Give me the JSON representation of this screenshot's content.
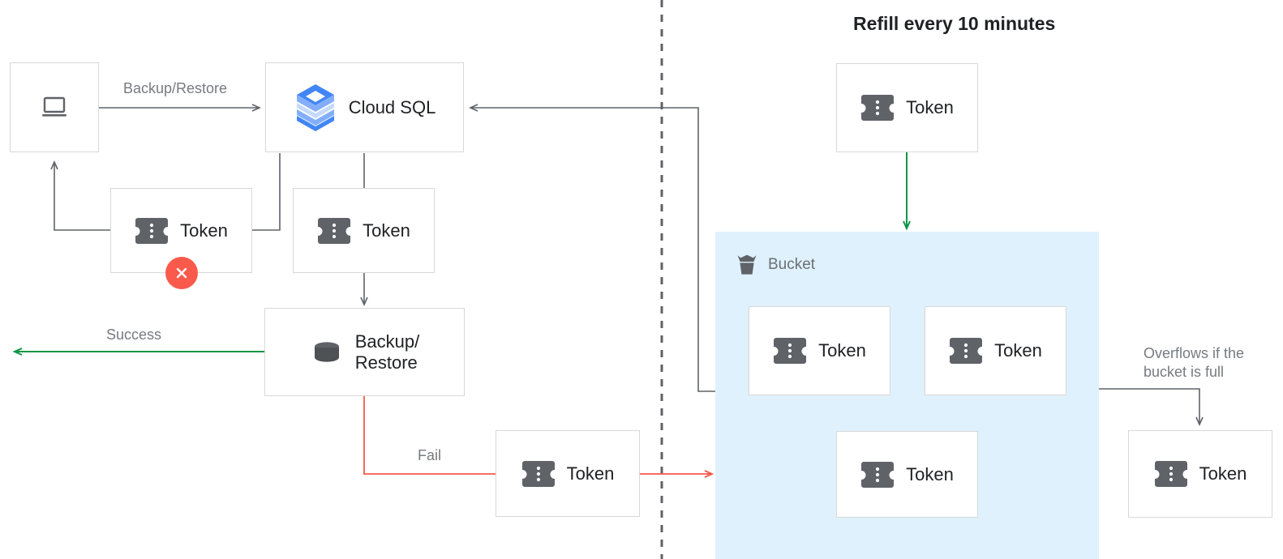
{
  "title": "Refill every 10 minutes",
  "colors": {
    "gray_line": "#5f6368",
    "green": "#0f9446",
    "red": "#f4594a",
    "bucket_fill": "#dff1fc",
    "box_border": "#d8d8d8",
    "label_text": "#767b7f",
    "node_text": "#202124",
    "token_icon": "#5f6368",
    "cloudsql_blue_dark": "#4285f4",
    "cloudsql_blue_mid": "#82aefc",
    "cloudsql_blue_light": "#c6dafc"
  },
  "nodes": {
    "client": {
      "label": "",
      "icon": "laptop-icon"
    },
    "cloud_sql": {
      "label": "Cloud SQL",
      "icon": "cloud-sql-icon"
    },
    "token_rejected": {
      "label": "Token",
      "icon": "token-icon",
      "badge": "error-x-badge"
    },
    "token_consumed": {
      "label": "Token",
      "icon": "token-icon"
    },
    "backup_restore": {
      "label": "Backup/\nRestore",
      "icon": "database-icon"
    },
    "token_fail": {
      "label": "Token",
      "icon": "token-icon"
    },
    "token_refill": {
      "label": "Token",
      "icon": "token-icon"
    },
    "token_bucket_1": {
      "label": "Token",
      "icon": "token-icon"
    },
    "token_bucket_2": {
      "label": "Token",
      "icon": "token-icon"
    },
    "token_bucket_3": {
      "label": "Token",
      "icon": "token-icon"
    },
    "token_overflow": {
      "label": "Token",
      "icon": "token-icon"
    }
  },
  "bucket": {
    "label": "Bucket",
    "icon": "bucket-icon"
  },
  "edge_labels": {
    "backup_restore": "Backup/Restore",
    "success": "Success",
    "fail": "Fail",
    "overflow": "Overflows if the\nbucket is full"
  }
}
